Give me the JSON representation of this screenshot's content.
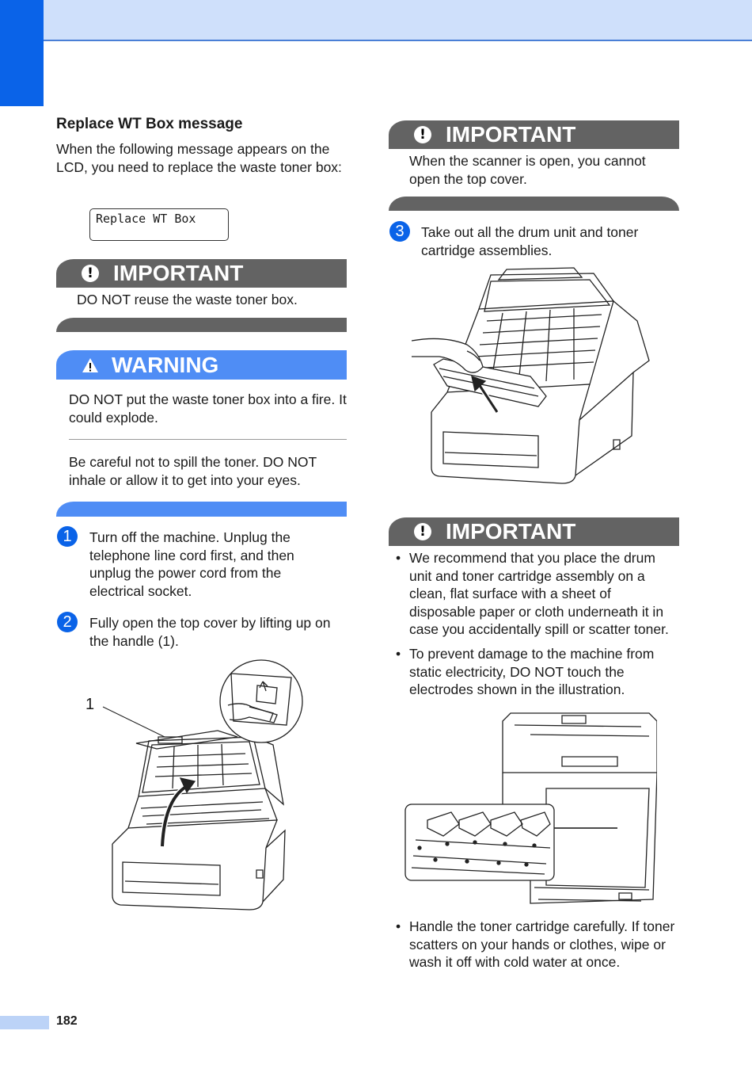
{
  "left": {
    "heading": "Replace WT Box message",
    "intro": "When the following message appears on the LCD, you need to replace the waste toner box:",
    "lcd_text": "Replace WT Box",
    "important1": {
      "title": "IMPORTANT",
      "text": "DO NOT reuse the waste toner box."
    },
    "warning": {
      "title": "WARNING",
      "text1": "DO NOT put the waste toner box into a fire. It could explode.",
      "text2": "Be careful not to spill the toner. DO NOT inhale or allow it to get into your eyes."
    },
    "step1": {
      "num": "1",
      "text": "Turn off the machine. Unplug the telephone line cord first, and then unplug the power cord from the electrical socket."
    },
    "step2": {
      "num": "2",
      "text": "Fully open the top cover by lifting up on the handle (1)."
    },
    "callout_label": "1"
  },
  "right": {
    "important2": {
      "title": "IMPORTANT",
      "text": "When the scanner is open, you cannot open the top cover."
    },
    "step3": {
      "num": "3",
      "text": "Take out all the drum unit and toner cartridge assemblies."
    },
    "important3": {
      "title": "IMPORTANT",
      "bullets": [
        "We recommend that you place the drum unit and toner cartridge assembly on a clean, flat surface with a sheet of disposable paper or cloth underneath it in case you accidentally spill or scatter toner.",
        "To prevent damage to the machine from static electricity, DO NOT touch the electrodes shown in the illustration."
      ],
      "bullet_last": "Handle the toner cartridge carefully. If toner scatters on your hands or clothes, wipe or wash it off with cold water at once."
    }
  },
  "page_number": "182",
  "colors": {
    "accent_blue": "#0a63e8",
    "warning_blue": "#4f8df5",
    "important_gray": "#636363"
  }
}
